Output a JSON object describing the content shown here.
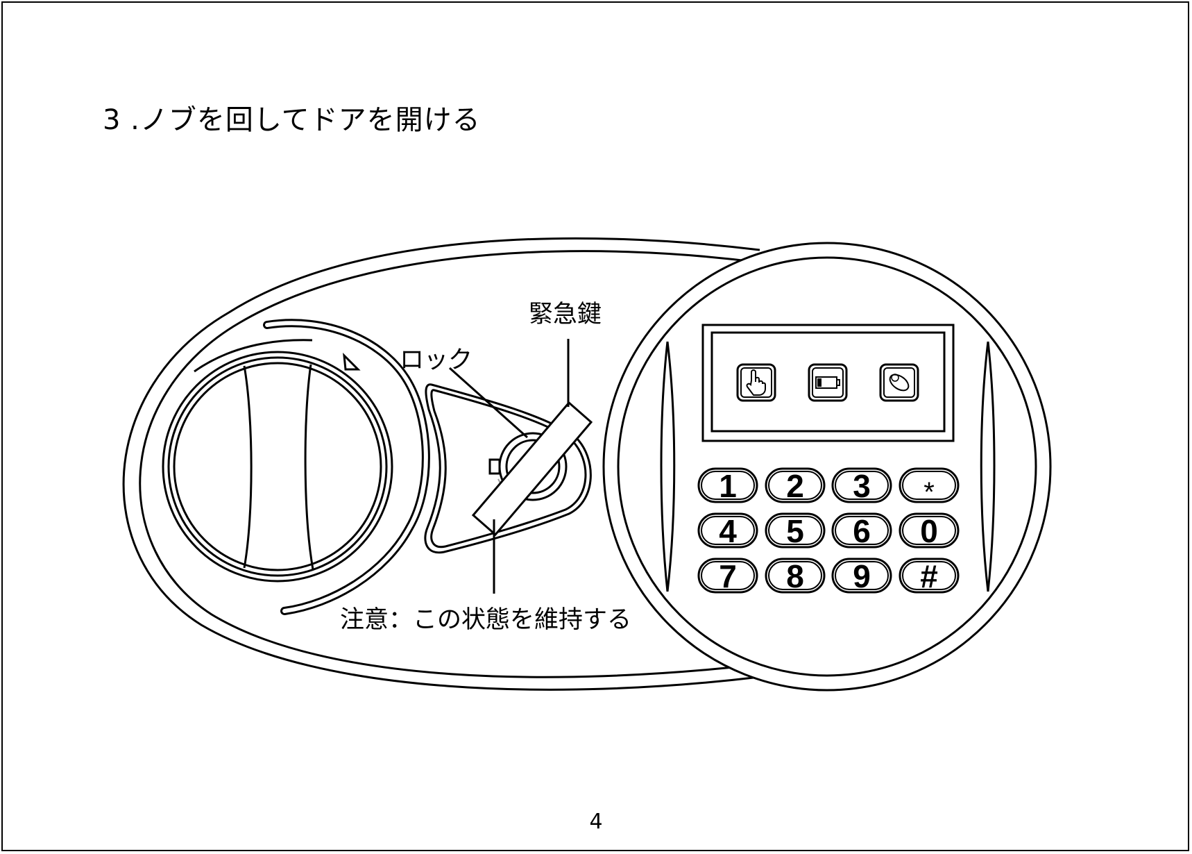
{
  "title": "3 .ノブを回してドアを開ける",
  "labels": {
    "emergency_key": "緊急鍵",
    "lock": "ロック",
    "note": "注意：この状態を維持する"
  },
  "keypad": {
    "keys": [
      "1",
      "2",
      "3",
      "*",
      "4",
      "5",
      "6",
      "0",
      "7",
      "8",
      "9",
      "#"
    ]
  },
  "status_icons": [
    "hand-icon",
    "battery-icon",
    "key-icon"
  ],
  "page_number": "4"
}
